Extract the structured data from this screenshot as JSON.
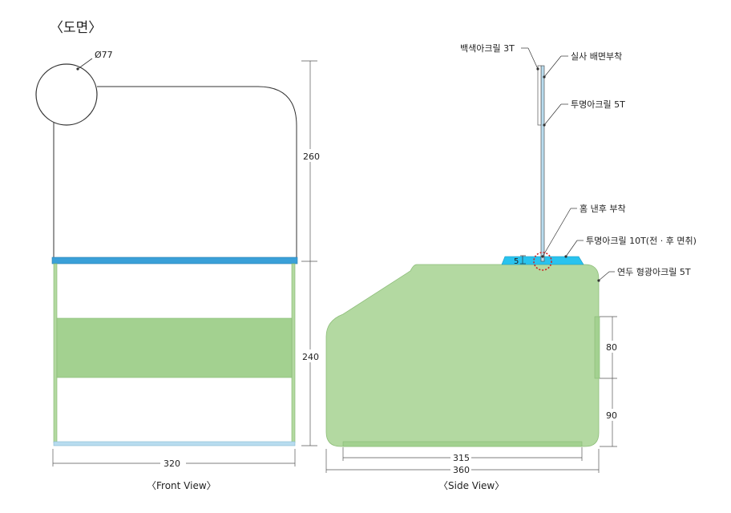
{
  "heading": "〈도면〉",
  "front": {
    "caption": "〈Front View〉",
    "diameter": "Ø77",
    "dim_upper": "260",
    "dim_lower": "240",
    "dim_width": "320"
  },
  "side": {
    "caption": "〈Side View〉",
    "dim_base_inner": "315",
    "dim_base_total": "360",
    "dim_panel": "80",
    "dim_bottom": "90",
    "dim_groove": "5",
    "labels": {
      "white_acrylic": "백색아크릴 3T",
      "print_back": "실사 배면부착",
      "clear_acrylic_5t": "투명아크릴 5T",
      "groove": "홈 낸후 부착",
      "clear_acrylic_10t": "투명아크릴 10T(전 · 후 면취)",
      "fluorescent_acrylic": "연두 형광아크릴 5T"
    }
  },
  "colors": {
    "green_fill": "#b3d9a1",
    "green_band": "#9fcf8c",
    "blue_bar": "#3aa0d8",
    "cyan_base": "#29c3ee",
    "pale_blue": "#b8dcef",
    "red_marker": "#cc2222"
  }
}
